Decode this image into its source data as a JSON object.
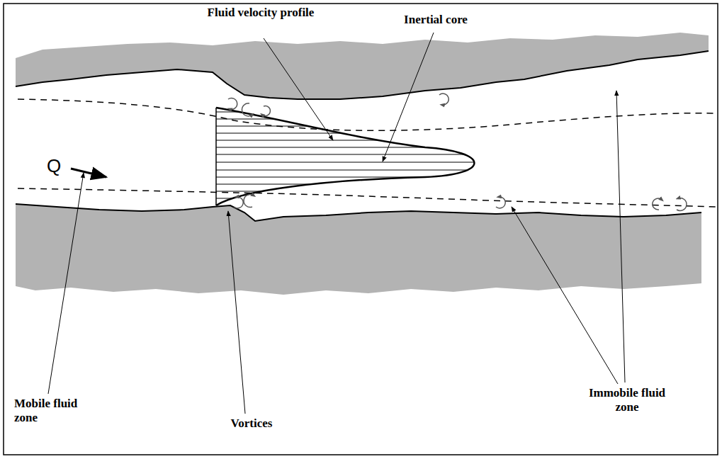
{
  "diagram": {
    "labels": [
      "Fluid velocity profile",
      "Inertial core",
      "Q",
      "Mobile fluid zone",
      "Vortices",
      "Immobile fluid zone"
    ]
  }
}
